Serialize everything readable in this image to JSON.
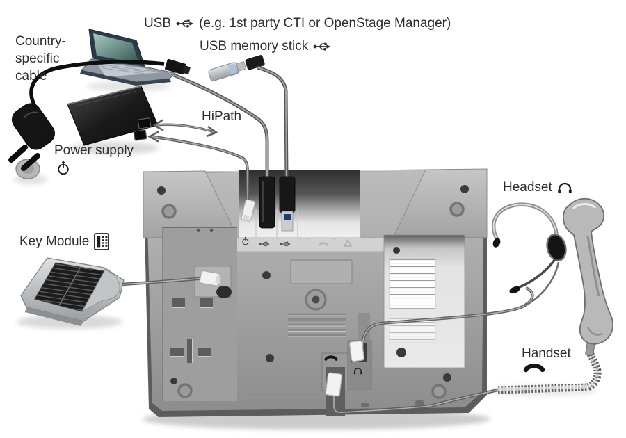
{
  "labels": {
    "usb_cti": {
      "prefix": "USB",
      "suffix": "(e.g. 1st party CTI or OpenStage Manager)"
    },
    "usb_memory_stick": "USB memory stick",
    "country_specific_cable": {
      "line1": "Country-",
      "line2": "specific",
      "line3": "cable"
    },
    "power_supply": "Power supply",
    "hipath": "HiPath",
    "key_module": "Key Module",
    "headset": "Headset",
    "handset": "Handset"
  },
  "icons": {
    "usb": "usb-trident-icon",
    "power": "power-symbol-icon",
    "key_module": "key-module-icon",
    "headset": "headphones-icon",
    "handset": "handset-icon"
  },
  "colors": {
    "background": "#ffffff",
    "label_text": "#2d2d2d",
    "phone_body": "#a7a7a7",
    "cable_gray": "#9e9e9e",
    "device_dark": "#1e1e1e",
    "laptop_screen_teal": "#6f9e96",
    "usb_stick_accent": "#a9c2dd"
  }
}
